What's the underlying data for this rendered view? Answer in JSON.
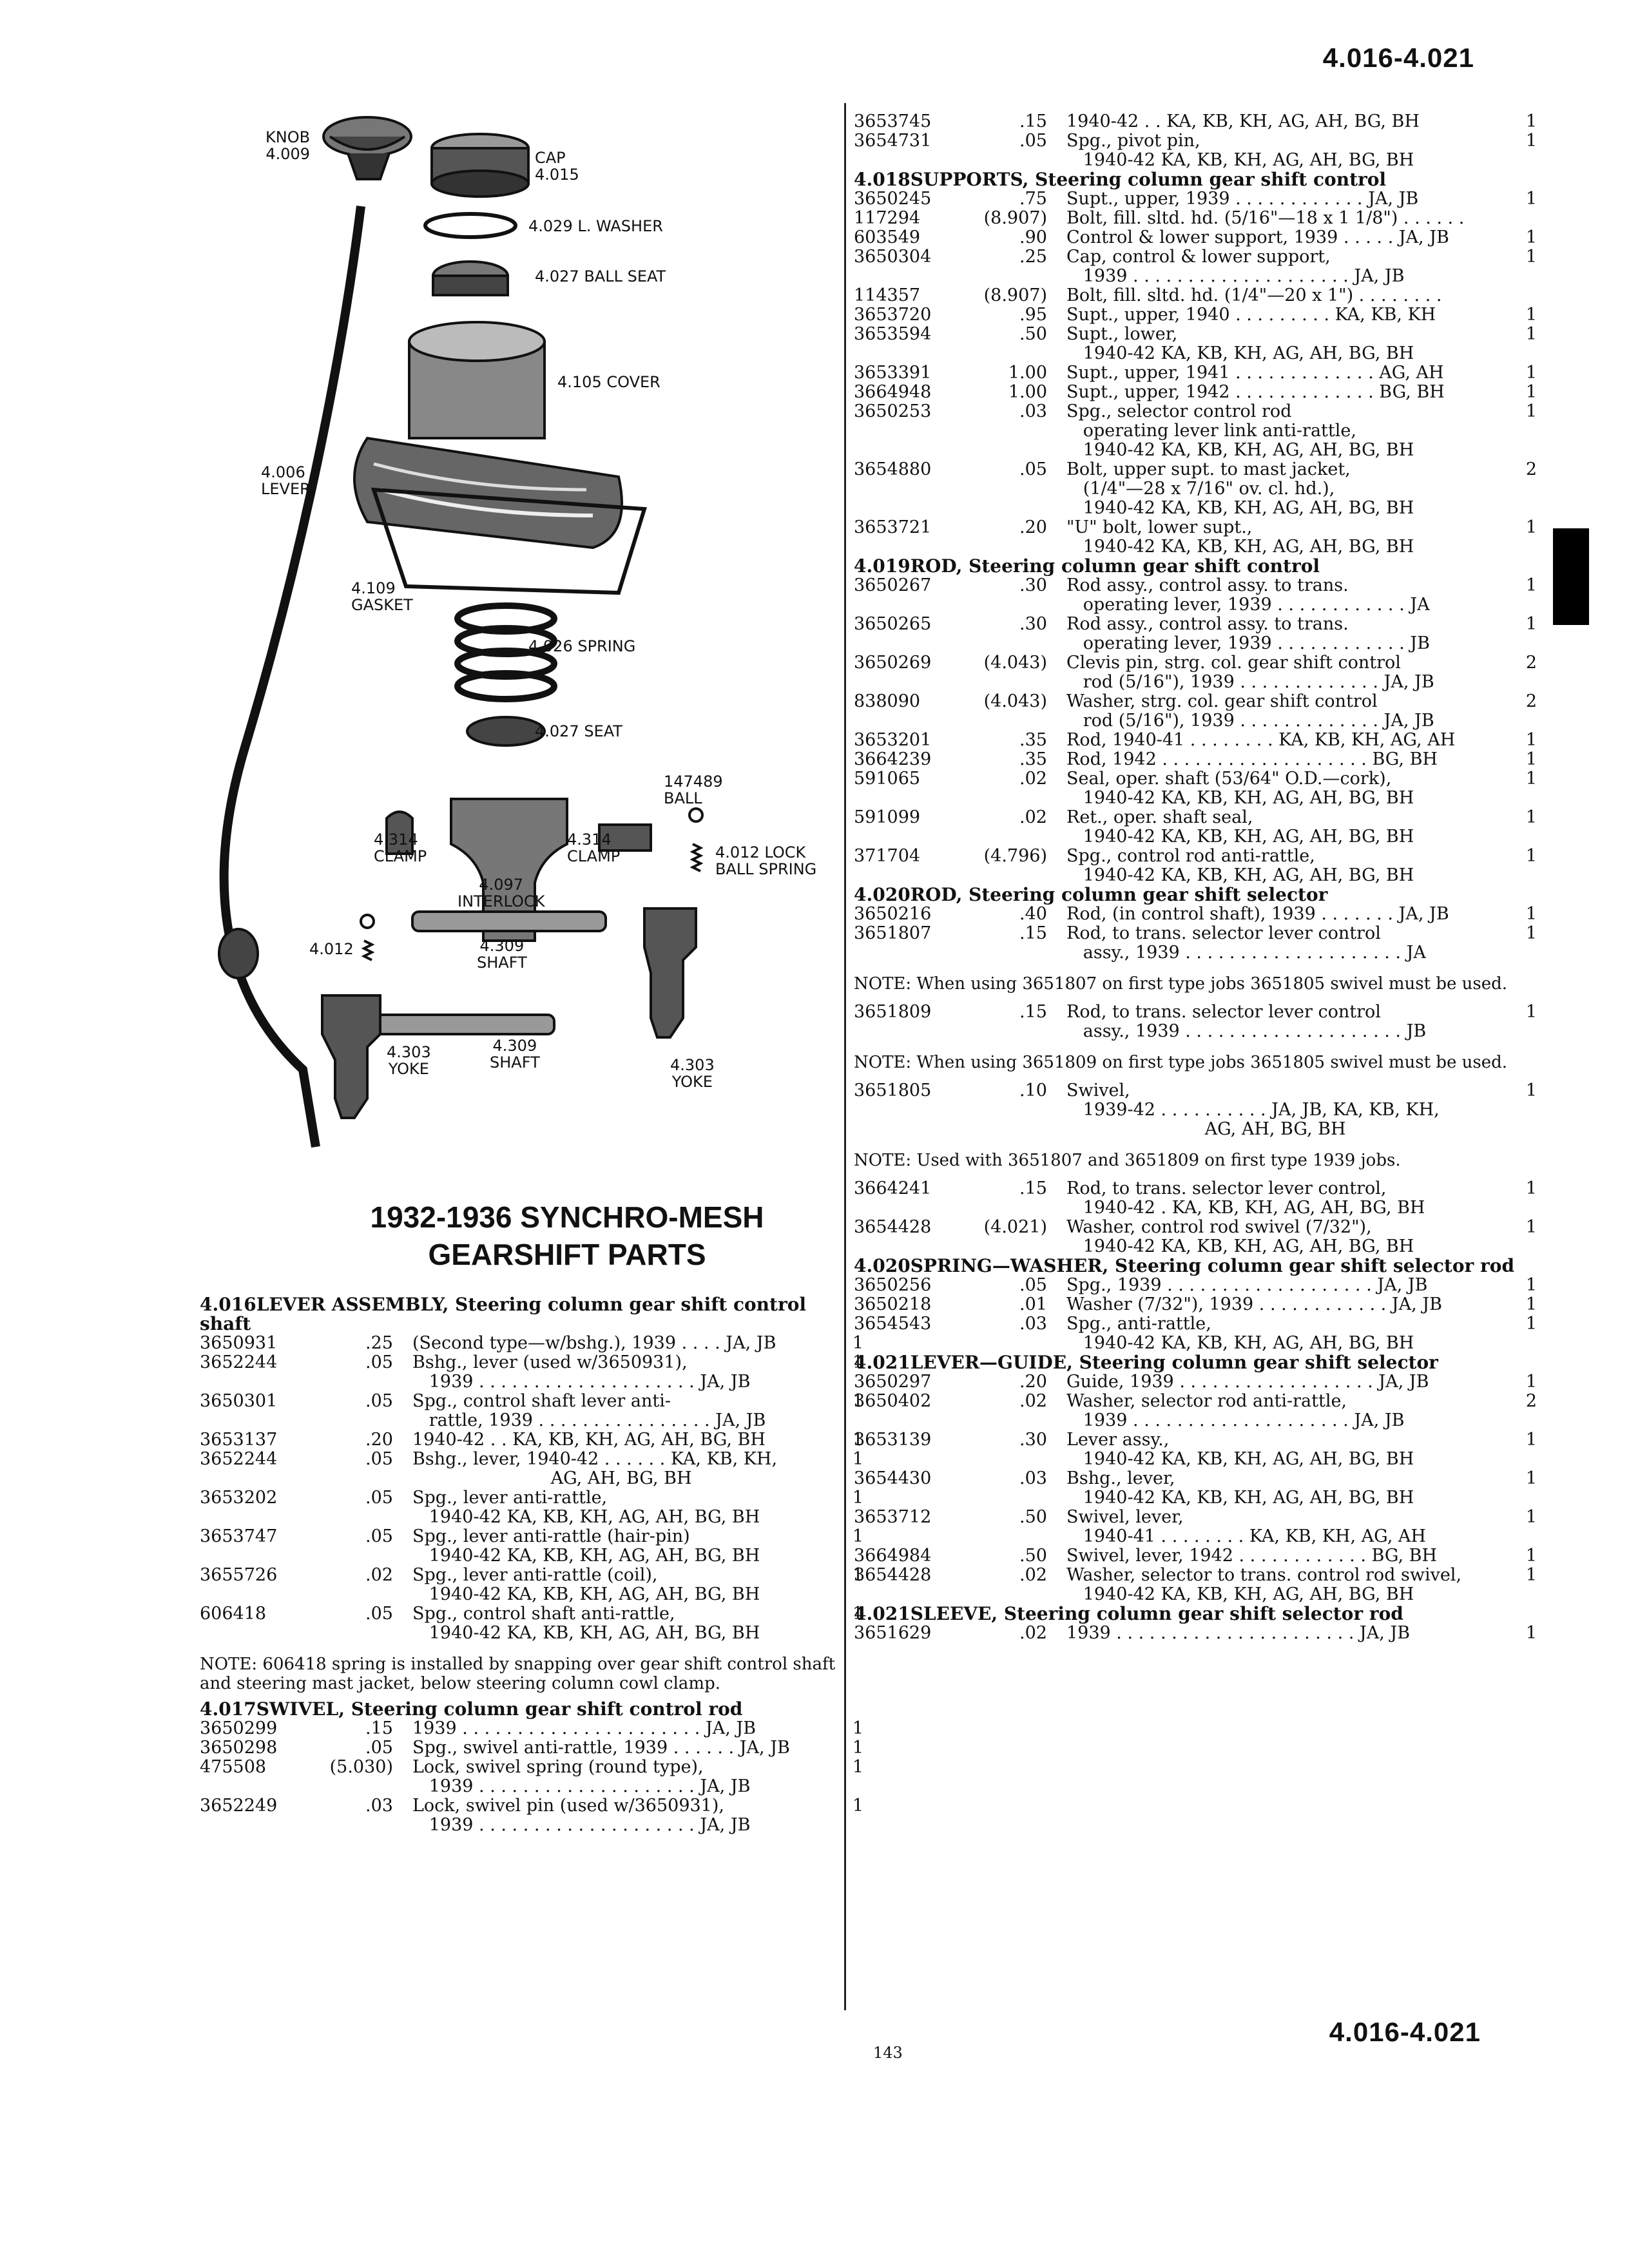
{
  "header": {
    "top": "4.016-4.021",
    "bottom": "4.016-4.021"
  },
  "page_number": "143",
  "diagram": {
    "labels": {
      "knob": "KNOB\n4.009",
      "cap": "CAP\n4.015",
      "l_washer": "4.029 L. WASHER",
      "ball_seat": "4.027 BALL SEAT",
      "cover": "4.105 COVER",
      "lever": "4.006\nLEVER",
      "gasket": "4.109\nGASKET",
      "spring": "4.026 SPRING",
      "seat": "4.027 SEAT",
      "ball": "147489\nBALL",
      "clamp_l": "4.314\nCLAMP",
      "clamp_r": "4.314\nCLAMP",
      "lock_spring": "4.012 LOCK\nBALL SPRING",
      "interlock": "4.097\nINTERLOCK",
      "ball2": "4.012",
      "shaft1": "4.309\nSHAFT",
      "shaft2": "4.309\nSHAFT",
      "yoke_l": "4.303\nYOKE",
      "yoke_r": "4.303\nYOKE"
    }
  },
  "title": {
    "line1": "1932-1936 SYNCHRO-MESH",
    "line2": "GEARSHIFT PARTS"
  },
  "left_sections": [
    {
      "num": "4.016",
      "title": "LEVER ASSEMBLY, Steering column gear shift control shaft",
      "rows": [
        {
          "pn": "3650931",
          "pr": ".25",
          "ds": "(Second type—w/bshg.), 1939 . . . . JA, JB",
          "qt": "1"
        },
        {
          "pn": "3652244",
          "pr": ".05",
          "ds": "Bshg., lever (used w/3650931),\n   1939 . . . . . . . . . . . . . . . . . . . . JA, JB",
          "qt": "1"
        },
        {
          "pn": "3650301",
          "pr": ".05",
          "ds": "Spg., control shaft lever anti-\n   rattle, 1939 . . . . . . . . . . . . . . . . JA, JB",
          "qt": "1"
        },
        {
          "pn": "3653137",
          "pr": ".20",
          "ds": "1940-42 . . KA, KB, KH, AG, AH, BG, BH",
          "qt": "1"
        },
        {
          "pn": "3652244",
          "pr": ".05",
          "ds": "Bshg., lever, 1940-42 . . . . . . KA, KB, KH,\n                         AG, AH, BG, BH",
          "qt": "1"
        },
        {
          "pn": "3653202",
          "pr": ".05",
          "ds": "Spg., lever anti-rattle,\n   1940-42 KA, KB, KH, AG, AH, BG, BH",
          "qt": "1"
        },
        {
          "pn": "3653747",
          "pr": ".05",
          "ds": "Spg., lever anti-rattle (hair-pin)\n   1940-42 KA, KB, KH, AG, AH, BG, BH",
          "qt": "1"
        },
        {
          "pn": "3655726",
          "pr": ".02",
          "ds": "Spg., lever anti-rattle (coil),\n   1940-42 KA, KB, KH, AG, AH, BG, BH",
          "qt": "1"
        },
        {
          "pn": "606418",
          "pr": ".05",
          "ds": "Spg., control shaft anti-rattle,\n   1940-42 KA, KB, KH, AG, AH, BG, BH",
          "qt": "1"
        }
      ],
      "note": "NOTE: 606418 spring is installed by snapping over gear shift control shaft and steering mast jacket, below steering column cowl clamp."
    },
    {
      "num": "4.017",
      "title": "SWIVEL, Steering column gear shift control rod",
      "rows": [
        {
          "pn": "3650299",
          "pr": ".15",
          "ds": "1939 . . . . . . . . . . . . . . . . . . . . . . JA, JB",
          "qt": "1"
        },
        {
          "pn": "3650298",
          "pr": ".05",
          "ds": "Spg., swivel anti-rattle, 1939 . . . . . . JA, JB",
          "qt": "1"
        },
        {
          "pn": "475508",
          "pr": "(5.030)",
          "ds": "Lock, swivel spring (round type),\n   1939 . . . . . . . . . . . . . . . . . . . . JA, JB",
          "qt": "1"
        },
        {
          "pn": "3652249",
          "pr": ".03",
          "ds": "Lock, swivel pin (used w/3650931),\n   1939 . . . . . . . . . . . . . . . . . . . . JA, JB",
          "qt": "1"
        }
      ],
      "note": ""
    }
  ],
  "right_sections": [
    {
      "num": "",
      "title": "",
      "rows": [
        {
          "pn": "3653745",
          "pr": ".15",
          "ds": "1940-42 . . KA, KB, KH, AG, AH, BG, BH",
          "qt": "1"
        },
        {
          "pn": "3654731",
          "pr": ".05",
          "ds": "Spg., pivot pin,\n   1940-42 KA, KB, KH, AG, AH, BG, BH",
          "qt": "1"
        }
      ],
      "note": ""
    },
    {
      "num": "4.018",
      "title": "SUPPORTS, Steering column gear shift control",
      "rows": [
        {
          "pn": "3650245",
          "pr": ".75",
          "ds": "Supt., upper, 1939 . . . . . . . . . . . . JA, JB",
          "qt": "1"
        },
        {
          "pn": "117294",
          "pr": "(8.907)",
          "ds": "Bolt, fill. sltd. hd. (5/16\"—18 x 1 1/8\") . . . . . .",
          "qt": ""
        },
        {
          "pn": "603549",
          "pr": ".90",
          "ds": "Control & lower support, 1939 . . . . . JA, JB",
          "qt": "1"
        },
        {
          "pn": "3650304",
          "pr": ".25",
          "ds": "Cap, control & lower support,\n   1939 . . . . . . . . . . . . . . . . . . . . JA, JB",
          "qt": "1"
        },
        {
          "pn": "114357",
          "pr": "(8.907)",
          "ds": "Bolt, fill. sltd. hd. (1/4\"—20 x 1\") . . . . . . . .",
          "qt": ""
        },
        {
          "pn": "3653720",
          "pr": ".95",
          "ds": "Supt., upper, 1940 . . . . . . . . . KA, KB, KH",
          "qt": "1"
        },
        {
          "pn": "3653594",
          "pr": ".50",
          "ds": "Supt., lower,\n   1940-42 KA, KB, KH, AG, AH, BG, BH",
          "qt": "1"
        },
        {
          "pn": "3653391",
          "pr": "1.00",
          "ds": "Supt., upper, 1941 . . . . . . . . . . . . . AG, AH",
          "qt": "1"
        },
        {
          "pn": "3664948",
          "pr": "1.00",
          "ds": "Supt., upper, 1942 . . . . . . . . . . . . . BG, BH",
          "qt": "1"
        },
        {
          "pn": "3650253",
          "pr": ".03",
          "ds": "Spg., selector control rod\n   operating lever link anti-rattle,\n   1940-42 KA, KB, KH, AG, AH, BG, BH",
          "qt": "1"
        },
        {
          "pn": "3654880",
          "pr": ".05",
          "ds": "Bolt, upper supt. to mast jacket,\n   (1/4\"—28 x 7/16\" ov. cl. hd.),\n   1940-42 KA, KB, KH, AG, AH, BG, BH",
          "qt": "2"
        },
        {
          "pn": "3653721",
          "pr": ".20",
          "ds": "\"U\" bolt, lower supt.,\n   1940-42 KA, KB, KH, AG, AH, BG, BH",
          "qt": "1"
        }
      ],
      "note": ""
    },
    {
      "num": "4.019",
      "title": "ROD, Steering column gear shift control",
      "rows": [
        {
          "pn": "3650267",
          "pr": ".30",
          "ds": "Rod assy., control assy. to trans.\n   operating lever, 1939 . . . . . . . . . . . . JA",
          "qt": "1"
        },
        {
          "pn": "3650265",
          "pr": ".30",
          "ds": "Rod assy., control assy. to trans.\n   operating lever, 1939 . . . . . . . . . . . . JB",
          "qt": "1"
        },
        {
          "pn": "3650269",
          "pr": "(4.043)",
          "ds": "Clevis pin, strg. col. gear shift control\n   rod (5/16\"), 1939 . . . . . . . . . . . . . JA, JB",
          "qt": "2"
        },
        {
          "pn": "838090",
          "pr": "(4.043)",
          "ds": "Washer, strg. col. gear shift control\n   rod (5/16\"), 1939 . . . . . . . . . . . . . JA, JB",
          "qt": "2"
        },
        {
          "pn": "3653201",
          "pr": ".35",
          "ds": "Rod, 1940-41 . . . . . . . . KA, KB, KH, AG, AH",
          "qt": "1"
        },
        {
          "pn": "3664239",
          "pr": ".35",
          "ds": "Rod, 1942 . . . . . . . . . . . . . . . . . . . BG, BH",
          "qt": "1"
        },
        {
          "pn": "591065",
          "pr": ".02",
          "ds": "Seal, oper. shaft (53/64\" O.D.—cork),\n   1940-42 KA, KB, KH, AG, AH, BG, BH",
          "qt": "1"
        },
        {
          "pn": "591099",
          "pr": ".02",
          "ds": "Ret., oper. shaft seal,\n   1940-42 KA, KB, KH, AG, AH, BG, BH",
          "qt": "1"
        },
        {
          "pn": "371704",
          "pr": "(4.796)",
          "ds": "Spg., control rod anti-rattle,\n   1940-42 KA, KB, KH, AG, AH, BG, BH",
          "qt": "1"
        }
      ],
      "note": ""
    },
    {
      "num": "4.020",
      "title": "ROD, Steering column gear shift selector",
      "rows": [
        {
          "pn": "3650216",
          "pr": ".40",
          "ds": "Rod, (in control shaft), 1939 . . . . . . . JA, JB",
          "qt": "1"
        },
        {
          "pn": "3651807",
          "pr": ".15",
          "ds": "Rod, to trans. selector lever control\n   assy., 1939 . . . . . . . . . . . . . . . . . . . . JA",
          "qt": "1"
        }
      ],
      "note": "NOTE: When using 3651807 on first type jobs 3651805 swivel must be used."
    },
    {
      "num": "",
      "title": "",
      "rows": [
        {
          "pn": "3651809",
          "pr": ".15",
          "ds": "Rod, to trans. selector lever control\n   assy., 1939 . . . . . . . . . . . . . . . . . . . . JB",
          "qt": "1"
        }
      ],
      "note": "NOTE: When using 3651809 on first type jobs 3651805 swivel must be used."
    },
    {
      "num": "",
      "title": "",
      "rows": [
        {
          "pn": "3651805",
          "pr": ".10",
          "ds": "Swivel,\n   1939-42 . . . . . . . . . . JA, JB, KA, KB, KH,\n                         AG, AH, BG, BH",
          "qt": "1"
        }
      ],
      "note": "NOTE: Used with 3651807 and 3651809 on first type 1939 jobs."
    },
    {
      "num": "",
      "title": "",
      "rows": [
        {
          "pn": "3664241",
          "pr": ".15",
          "ds": "Rod, to trans. selector lever control,\n   1940-42 . KA, KB, KH, AG, AH, BG, BH",
          "qt": "1"
        },
        {
          "pn": "3654428",
          "pr": "(4.021)",
          "ds": "Washer, control rod swivel (7/32\"),\n   1940-42 KA, KB, KH, AG, AH, BG, BH",
          "qt": "1"
        }
      ],
      "note": ""
    },
    {
      "num": "4.020",
      "title": "SPRING—WASHER, Steering column gear shift selector rod",
      "rows": [
        {
          "pn": "3650256",
          "pr": ".05",
          "ds": "Spg., 1939 . . . . . . . . . . . . . . . . . . . JA, JB",
          "qt": "1"
        },
        {
          "pn": "3650218",
          "pr": ".01",
          "ds": "Washer (7/32\"), 1939 . . . . . . . . . . . . JA, JB",
          "qt": "1"
        },
        {
          "pn": "3654543",
          "pr": ".03",
          "ds": "Spg., anti-rattle,\n   1940-42 KA, KB, KH, AG, AH, BG, BH",
          "qt": "1"
        }
      ],
      "note": ""
    },
    {
      "num": "4.021",
      "title": "LEVER—GUIDE, Steering column gear shift selector",
      "rows": [
        {
          "pn": "3650297",
          "pr": ".20",
          "ds": "Guide, 1939 . . . . . . . . . . . . . . . . . . JA, JB",
          "qt": "1"
        },
        {
          "pn": "3650402",
          "pr": ".02",
          "ds": "Washer, selector rod anti-rattle,\n   1939 . . . . . . . . . . . . . . . . . . . . JA, JB",
          "qt": "2"
        },
        {
          "pn": "3653139",
          "pr": ".30",
          "ds": "Lever assy.,\n   1940-42 KA, KB, KH, AG, AH, BG, BH",
          "qt": "1"
        },
        {
          "pn": "3654430",
          "pr": ".03",
          "ds": "Bshg., lever,\n   1940-42 KA, KB, KH, AG, AH, BG, BH",
          "qt": "1"
        },
        {
          "pn": "3653712",
          "pr": ".50",
          "ds": "Swivel, lever,\n   1940-41 . . . . . . . . KA, KB, KH, AG, AH",
          "qt": "1"
        },
        {
          "pn": "3664984",
          "pr": ".50",
          "ds": "Swivel, lever, 1942 . . . . . . . . . . . . BG, BH",
          "qt": "1"
        },
        {
          "pn": "3654428",
          "pr": ".02",
          "ds": "Washer, selector to trans. control rod swivel,\n   1940-42 KA, KB, KH, AG, AH, BG, BH",
          "qt": "1"
        }
      ],
      "note": ""
    },
    {
      "num": "4.021",
      "title": "SLEEVE, Steering column gear shift selector rod",
      "rows": [
        {
          "pn": "3651629",
          "pr": ".02",
          "ds": "1939 . . . . . . . . . . . . . . . . . . . . . . JA, JB",
          "qt": "1"
        }
      ],
      "note": ""
    }
  ]
}
